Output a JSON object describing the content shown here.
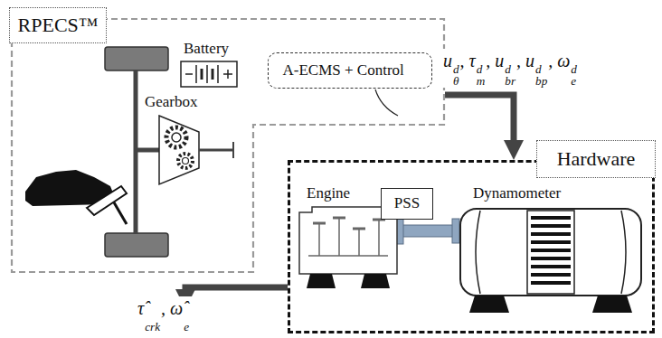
{
  "diagram": {
    "nodes": [
      {
        "text": [
          "RPECS™"
        ]
      },
      {
        "text": [
          "A-ECMS + Control"
        ],
        "in": 0
      },
      {
        "text": [
          "Hardware"
        ]
      },
      {
        "text": [
          "Engine"
        ],
        "in": 2
      },
      {
        "text": [
          "PSS"
        ],
        "in": 2
      },
      {
        "text": [
          "Dynamometer"
        ],
        "in": 2
      }
    ],
    "edges": [
      {
        "from": 0,
        "to": 2,
        "arrow": "to",
        "label": "u_θ^d, τ_m^d, u_br^d, u_bp^d, ω_e^d"
      },
      {
        "from": 2,
        "to": 0,
        "arrow": "to",
        "label": "τ̂_crk, ω̂_e"
      }
    ],
    "labels": [
      "Battery",
      "Gearbox"
    ]
  }
}
